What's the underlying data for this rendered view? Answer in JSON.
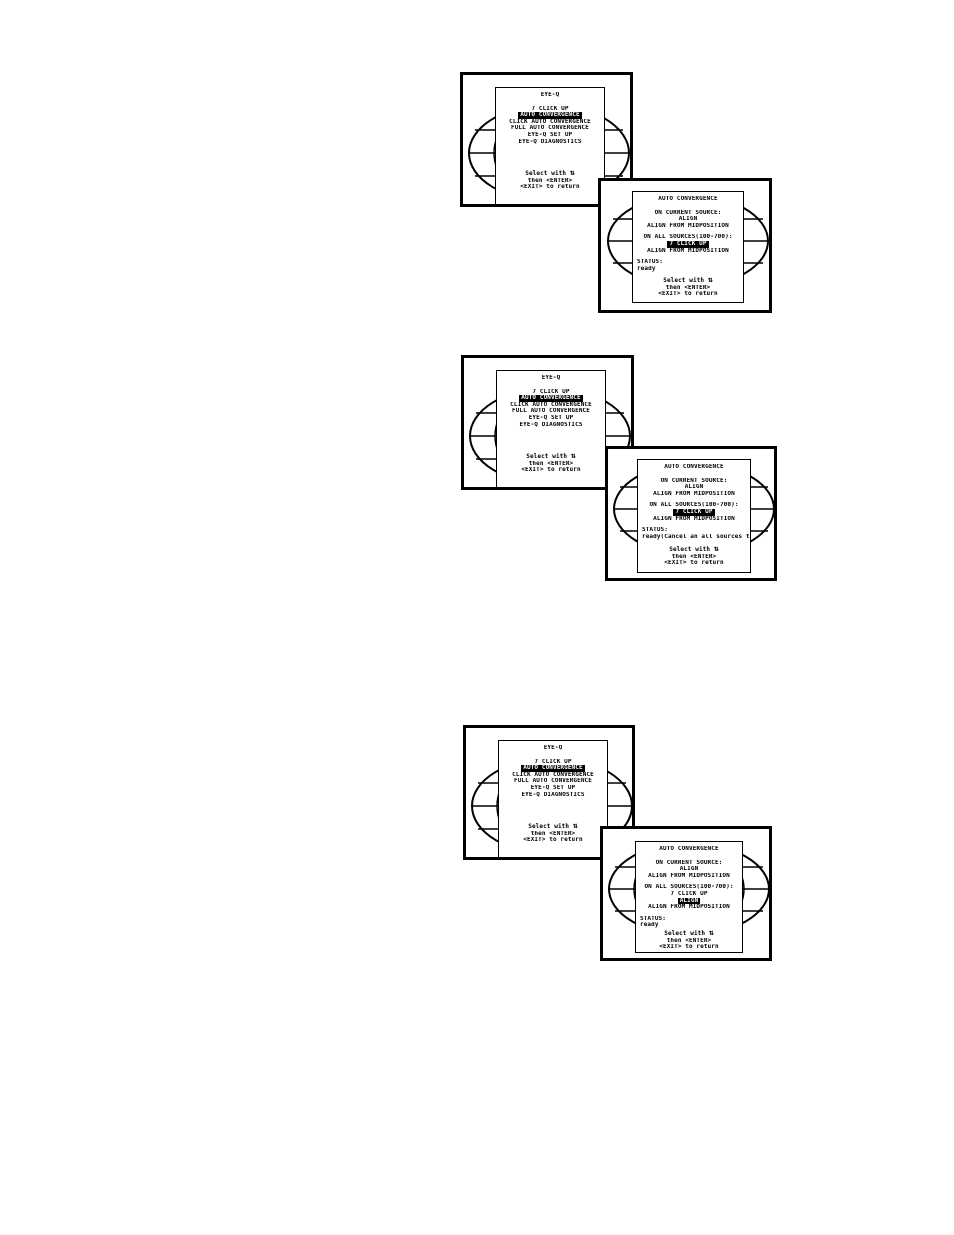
{
  "menu": {
    "title": "EYE-Q",
    "items": [
      "7 CLICK UP",
      "AUTO CONVERGENCE",
      "CLICK AUTO CONVERGENCE",
      "FULL AUTO CONVERGENCE",
      "EYE-Q SET UP",
      "EYE-Q DIAGNOSTICS"
    ],
    "highlight_index": 1,
    "footer": [
      "Select with",
      "then <ENTER>",
      "<EXIT> to return"
    ]
  },
  "convergence": {
    "title": "AUTO CONVERGENCE",
    "current_source_label": "ON CURRENT SOURCE:",
    "align": "ALIGN",
    "align_midpos": "ALIGN FROM MIDPOSITION",
    "all_sources_label": "ON ALL SOURCES(100-700):",
    "touch_up": "7 CLICK UP",
    "status_label": "STATUS:",
    "footer": [
      "Select with",
      "then <ENTER>",
      "<EXIT> to return"
    ]
  },
  "states": [
    {
      "all_sources_highlight": "7 CLICK UP",
      "status": "ready"
    },
    {
      "all_sources_highlight": "7 CLICK UP",
      "status": "ready(Cancel an all sources touch)"
    },
    {
      "all_sources_highlight": "ALIGN",
      "status": "ready"
    }
  ],
  "icons": [
    "globe-icon",
    "arrow-up-down-icon"
  ]
}
